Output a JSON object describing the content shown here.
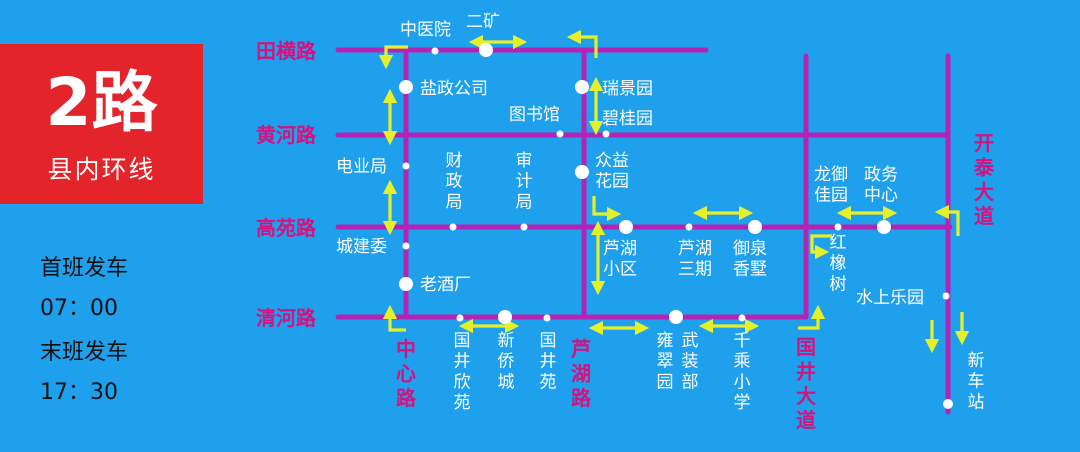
{
  "route": {
    "number": "2路",
    "subtitle": "县内环线"
  },
  "schedule": {
    "first_label": "首班发车",
    "first_time": "07：00",
    "last_label": "末班发车",
    "last_time": "17：30"
  },
  "colors": {
    "background": "#1ea0ec",
    "road": "#b423b4",
    "road_label": "#d6127f",
    "arrow": "#e6f02a",
    "badge": "#e3242b"
  },
  "roads": {
    "tianheng": "田横路",
    "huanghe": "黄河路",
    "gaoyuan": "高苑路",
    "qinghe": "清河路",
    "zhongxin": "中心路",
    "luhu": "芦湖路",
    "guojing": "国井大道",
    "kaitai": "开泰大道"
  },
  "stops": {
    "zhongyiyuan": "中医院",
    "erkuang": "二矿",
    "yanzheng": "盐政公司",
    "ruijing": "瑞景园",
    "tushuguan": "图书馆",
    "bigui": "碧桂园",
    "dianye": "电业局",
    "caizheng": "财政局",
    "shenji": "审计局",
    "zhongyi": "众益花园",
    "longyu": "龙御佳园",
    "zhengwu": "政务中心",
    "chengjian": "城建委",
    "luhu_xq": "芦湖小区",
    "luhu_sq": "芦湖三期",
    "yuquan": "御泉香墅",
    "hongxiang": "红橡树",
    "laojiu": "老酒厂",
    "shuishang": "水上乐园",
    "guojing_xy": "国井欣苑",
    "xinqiao": "新侨城",
    "guojing_y": "国井苑",
    "yongcui": "雍翠园",
    "wuzhuang": "武装部",
    "qiancheng": "千乘小学",
    "xinchezhan": "新车站"
  }
}
